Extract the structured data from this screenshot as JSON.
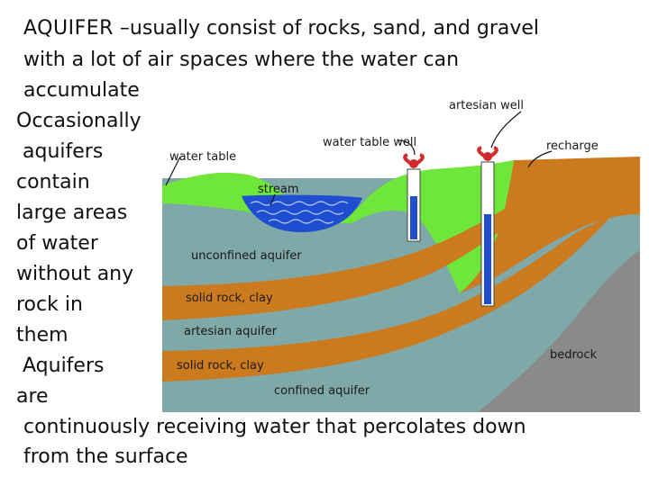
{
  "slide": {
    "title_term": "AQUIFER",
    "title_rest": " –usually consist of rocks, sand, and gravel",
    "line2": "with a lot of air spaces where the water can",
    "line3": "accumulate",
    "side_lines": [
      "Occasionally",
      " aquifers",
      "contain",
      "large areas",
      "of water",
      "without any",
      "rock in",
      "them",
      " Aquifers",
      "are"
    ],
    "bottom_lines": [
      "continuously receiving water that percolates down",
      "from the surface"
    ]
  },
  "diagram": {
    "labels": {
      "artesian_well": "artesian well",
      "water_table_well": "water table well",
      "recharge": "recharge",
      "water_table": "water table",
      "stream": "stream",
      "unconfined_aquifer": "unconfined aquifer",
      "solid_rock_clay_1": "solid rock, clay",
      "artesian_aquifer": "artesian aquifer",
      "solid_rock_clay_2": "solid rock, clay",
      "confined_aquifer": "confined aquifer",
      "bedrock": "bedrock"
    },
    "colors": {
      "sky": "#ffffff",
      "grass": "#6ee63a",
      "aquifer": "#7fa8a8",
      "clay": "#cc7a1e",
      "bedrock": "#8a8a8a",
      "water": "#1f4fd0",
      "valve": "#d22a2a"
    }
  }
}
